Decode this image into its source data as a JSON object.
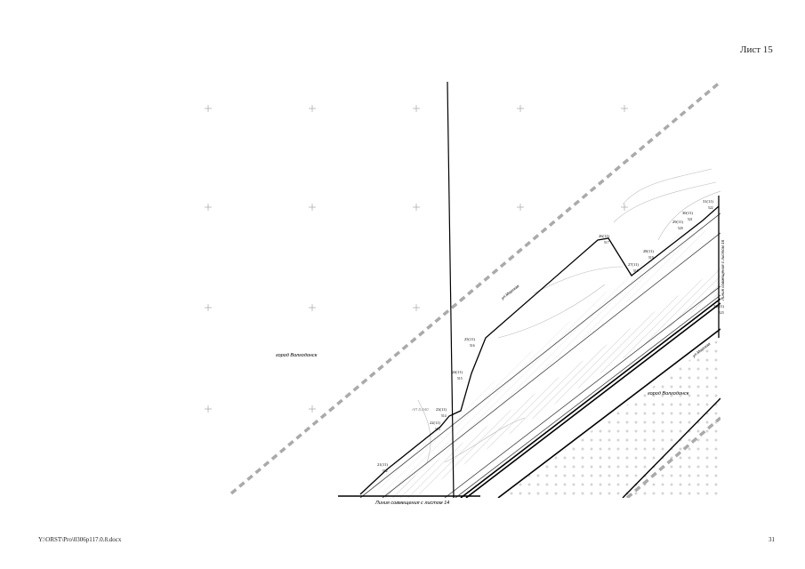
{
  "header": {
    "sheet_label": "Лист 15"
  },
  "footer": {
    "file_path": "Y:\\ORST\\Pro\\0306p117.0.8.docx",
    "page_number": "31"
  },
  "map": {
    "labels": {
      "city_left": "город Волгодонск",
      "city_right": "город Волгодонск",
      "junction_line": "Линия совмещения с листом 14",
      "right_edge_label": "Линия совмещения с листом 16",
      "street_mid": "ул.Морская",
      "road_right": "ул.Морская",
      "contour": "АП 8,040"
    },
    "points": [
      {
        "id": "21(11)",
        "sub": "512"
      },
      {
        "id": "22(11)",
        "sub": "513"
      },
      {
        "id": "23(11)",
        "sub": "514"
      },
      {
        "id": "24(11)",
        "sub": "515"
      },
      {
        "id": "25(11)",
        "sub": "516"
      },
      {
        "id": "26(11)",
        "sub": "517"
      },
      {
        "id": "27(11)",
        "sub": "518"
      },
      {
        "id": "28(11)",
        "sub": "519"
      },
      {
        "id": "29(11)",
        "sub": "520"
      },
      {
        "id": "30(11)",
        "sub": "521"
      },
      {
        "id": "31(11)",
        "sub": "522"
      },
      {
        "id": "32(11)",
        "sub": "523"
      }
    ]
  }
}
